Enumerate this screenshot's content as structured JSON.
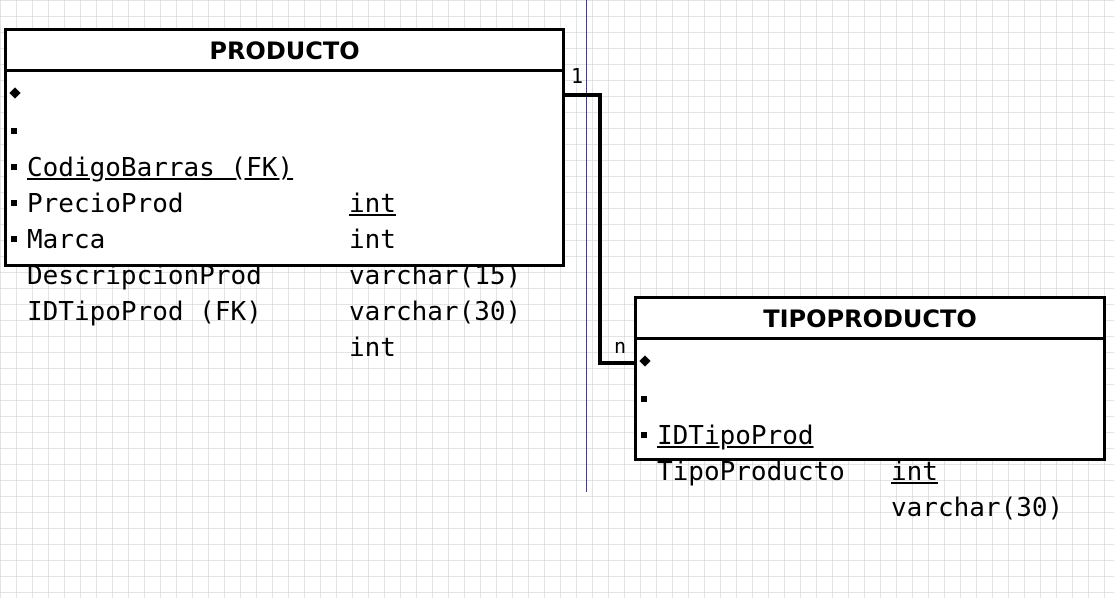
{
  "entities": {
    "producto": {
      "title": "PRODUCTO",
      "fields": [
        {
          "name": "CodigoBarras (FK)",
          "type": "int",
          "key": true
        },
        {
          "name": "PrecioProd",
          "type": "int",
          "key": false
        },
        {
          "name": "Marca",
          "type": "varchar(15)",
          "key": false
        },
        {
          "name": "DescripcionProd",
          "type": "varchar(30)",
          "key": false
        },
        {
          "name": "IDTipoProd (FK)",
          "type": "int",
          "key": false
        }
      ]
    },
    "tipoproducto": {
      "title": "TIPOPRODUCTO",
      "fields": [
        {
          "name": "IDTipoProd",
          "type": "int",
          "key": true
        },
        {
          "name": "TipoProducto",
          "type": "varchar(30)",
          "key": false
        },
        {
          "name": "",
          "type": "",
          "key": false
        }
      ]
    }
  },
  "relationship": {
    "from_cardinality": "1",
    "to_cardinality": "n"
  },
  "colors": {
    "line": "#000000",
    "divider": "#3a3ab0",
    "grid": "#c8ced4"
  }
}
